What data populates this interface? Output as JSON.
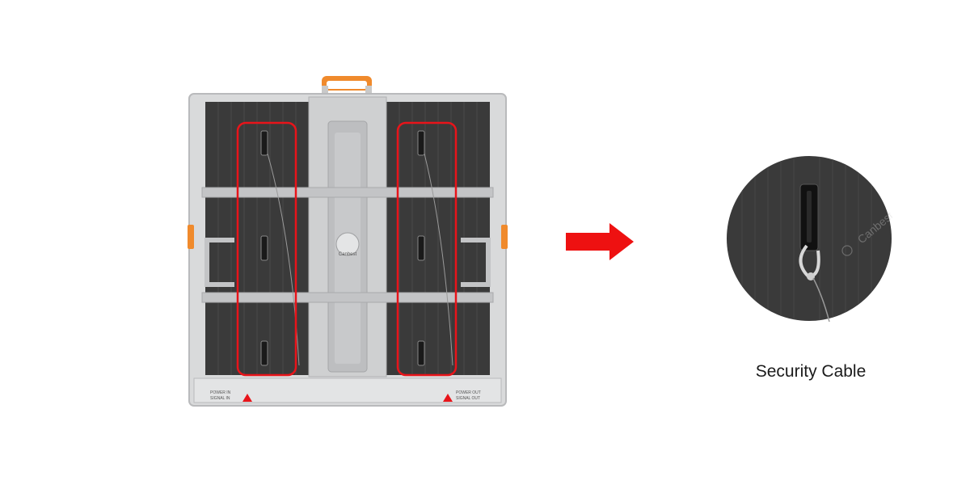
{
  "caption": "Security Cable",
  "cabinet": {
    "brand": "Canbest",
    "port_left_line1": "POWER IN",
    "port_left_line2": "SIGNAL IN",
    "port_right_line1": "POWER OUT",
    "port_right_line2": "SIGNAL OUT"
  },
  "zoom": {
    "watermark": "Canbest"
  },
  "colors": {
    "frame": "#d9dadb",
    "panel": "#3a3a3a",
    "handle": "#f08a2c",
    "highlight": "#e8141a",
    "arrow": "#ee1111"
  },
  "icons": [
    "arrow-right-icon",
    "warning-icon",
    "sun-logo-icon"
  ]
}
